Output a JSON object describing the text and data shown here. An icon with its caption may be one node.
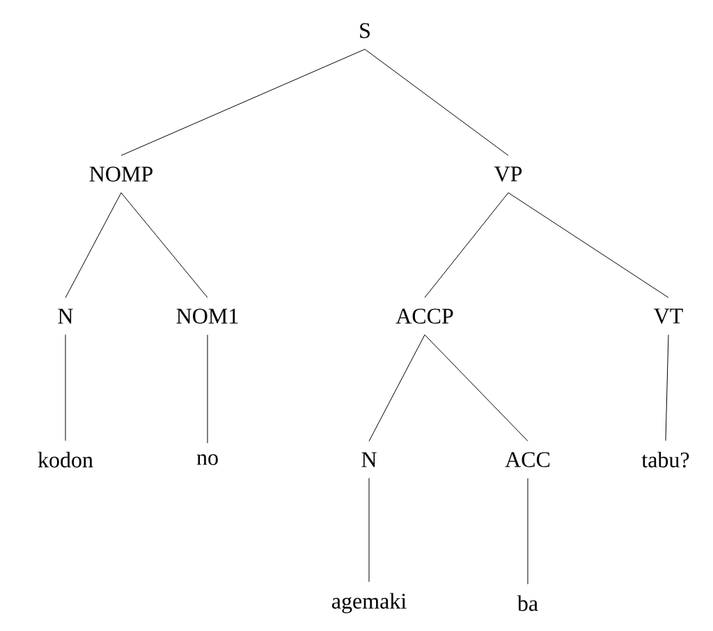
{
  "diagram": {
    "nodes": [
      {
        "text": [
          "S"
        ]
      },
      {
        "text": [
          "NOMP"
        ]
      },
      {
        "text": [
          "VP"
        ]
      },
      {
        "text": [
          "N"
        ]
      },
      {
        "text": [
          "NOM1"
        ]
      },
      {
        "text": [
          "ACCP"
        ]
      },
      {
        "text": [
          "VT"
        ]
      },
      {
        "text": [
          "kodon"
        ]
      },
      {
        "text": [
          "no"
        ]
      },
      {
        "text": [
          "N"
        ]
      },
      {
        "text": [
          "ACC"
        ]
      },
      {
        "text": [
          "tabu?"
        ]
      },
      {
        "text": [
          "agemaki"
        ]
      },
      {
        "text": [
          "ba"
        ]
      }
    ],
    "edges": [
      {
        "from": 0,
        "to": 1,
        "arrow": "none"
      },
      {
        "from": 0,
        "to": 2,
        "arrow": "none"
      },
      {
        "from": 1,
        "to": 3,
        "arrow": "none"
      },
      {
        "from": 1,
        "to": 4,
        "arrow": "none"
      },
      {
        "from": 2,
        "to": 5,
        "arrow": "none"
      },
      {
        "from": 2,
        "to": 6,
        "arrow": "none"
      },
      {
        "from": 3,
        "to": 7,
        "arrow": "none"
      },
      {
        "from": 4,
        "to": 8,
        "arrow": "none"
      },
      {
        "from": 5,
        "to": 9,
        "arrow": "none"
      },
      {
        "from": 5,
        "to": 10,
        "arrow": "none"
      },
      {
        "from": 6,
        "to": 11,
        "arrow": "none"
      },
      {
        "from": 9,
        "to": 12,
        "arrow": "none"
      },
      {
        "from": 10,
        "to": 13,
        "arrow": "none"
      }
    ]
  }
}
